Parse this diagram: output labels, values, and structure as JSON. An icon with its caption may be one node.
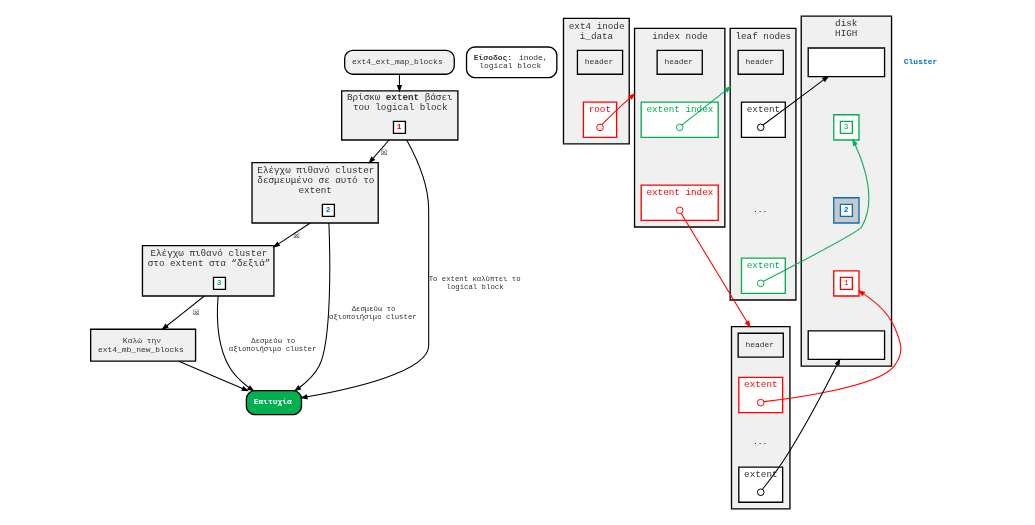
{
  "diagram": {
    "nodes": [
      {
        "text": [
          "ext4_ext_map_blocks"
        ]
      },
      {
        "text": [
          "**Είσοδος:** inode, logical block"
        ]
      },
      {
        "text": [
          "Βρίσκω **extent** βάσει του logical block"
        ]
      },
      {
        "text": [
          "1"
        ],
        "in": 2
      },
      {
        "text": [
          "Ελέγχω πιθανό cluster δεσμευμένο σε αυτό το extent"
        ]
      },
      {
        "text": [
          "2"
        ],
        "in": 4
      },
      {
        "text": [
          "Ελέγχω πιθανό cluster στο extent στα “δεξιά”"
        ]
      },
      {
        "text": [
          "3"
        ],
        "in": 6
      },
      {
        "text": [
          "Καλώ την ext4_mb_new_blocks"
        ]
      },
      {
        "text": [
          "Επιτυχία"
        ]
      },
      {
        "text": [
          "ext4 inode",
          "i_data"
        ]
      },
      {
        "text": [
          "header"
        ],
        "in": 10
      },
      {
        "text": [
          "root"
        ],
        "in": 10
      },
      {
        "text": [],
        "shape": "circle",
        "in": 12
      },
      {
        "text": [
          "index node"
        ]
      },
      {
        "text": [
          "header"
        ],
        "in": 14
      },
      {
        "text": [
          "extent index"
        ],
        "in": 14
      },
      {
        "text": [],
        "shape": "circle",
        "in": 16
      },
      {
        "text": [
          "extent index"
        ],
        "in": 14
      },
      {
        "text": [],
        "shape": "circle",
        "in": 18
      },
      {
        "text": [
          "leaf nodes"
        ]
      },
      {
        "text": [
          "header"
        ],
        "in": 20
      },
      {
        "text": [
          "extent"
        ],
        "in": 20
      },
      {
        "text": [],
        "shape": "circle",
        "in": 22
      },
      {
        "text": [
          "extent"
        ],
        "in": 20
      },
      {
        "text": [],
        "shape": "circle",
        "in": 24
      },
      {
        "text": [],
        "shape": "box"
      },
      {
        "text": [
          "header"
        ],
        "in": 26
      },
      {
        "text": [
          "extent"
        ],
        "in": 26
      },
      {
        "text": [],
        "shape": "circle",
        "in": 28
      },
      {
        "text": [
          "extent"
        ],
        "in": 26
      },
      {
        "text": [],
        "shape": "circle",
        "in": 30
      },
      {
        "text": [
          "disk",
          "HIGH"
        ]
      },
      {
        "text": [],
        "shape": "box",
        "in": 32
      },
      {
        "text": [],
        "shape": "box",
        "in": 32
      },
      {
        "text": [
          "3"
        ],
        "in": 34
      },
      {
        "text": [],
        "shape": "box",
        "in": 32
      },
      {
        "text": [
          "2"
        ],
        "in": 36
      },
      {
        "text": [],
        "shape": "box",
        "in": 32
      },
      {
        "text": [
          "1"
        ],
        "in": 38
      },
      {
        "text": [],
        "shape": "box",
        "in": 32
      }
    ],
    "edges": [
      {
        "from": 0,
        "to": 2,
        "arrow": "to"
      },
      {
        "from": 2,
        "to": 4,
        "arrow": "to",
        "label": "☒"
      },
      {
        "from": 4,
        "to": 6,
        "arrow": "to",
        "label": "☒"
      },
      {
        "from": 6,
        "to": 8,
        "arrow": "to",
        "label": "☒"
      },
      {
        "from": 2,
        "to": 9,
        "arrow": "to",
        "label": "Το extent καλύπτει το logical block"
      },
      {
        "from": 4,
        "to": 9,
        "arrow": "to",
        "label": "Δεσμεύω το αξιοποιήσιμο cluster"
      },
      {
        "from": 6,
        "to": 9,
        "arrow": "to",
        "label": "Δεσμεύω το αξιοποιήσιμο cluster"
      },
      {
        "from": 8,
        "to": 9,
        "arrow": "to"
      },
      {
        "from": 13,
        "to": 14,
        "arrow": "to",
        "color": "#ff0000"
      },
      {
        "from": 17,
        "to": 20,
        "arrow": "to",
        "color": "#00b050"
      },
      {
        "from": 19,
        "to": 26,
        "arrow": "to",
        "color": "#ff0000"
      },
      {
        "from": 23,
        "to": 33,
        "arrow": "to"
      },
      {
        "from": 25,
        "to": 34,
        "arrow": "to",
        "color": "#00b050"
      },
      {
        "from": 29,
        "to": 38,
        "arrow": "to",
        "color": "#ff0000"
      },
      {
        "from": 31,
        "to": 40,
        "arrow": "to"
      }
    ],
    "labels": [
      "...",
      "...",
      "Cluster"
    ]
  }
}
